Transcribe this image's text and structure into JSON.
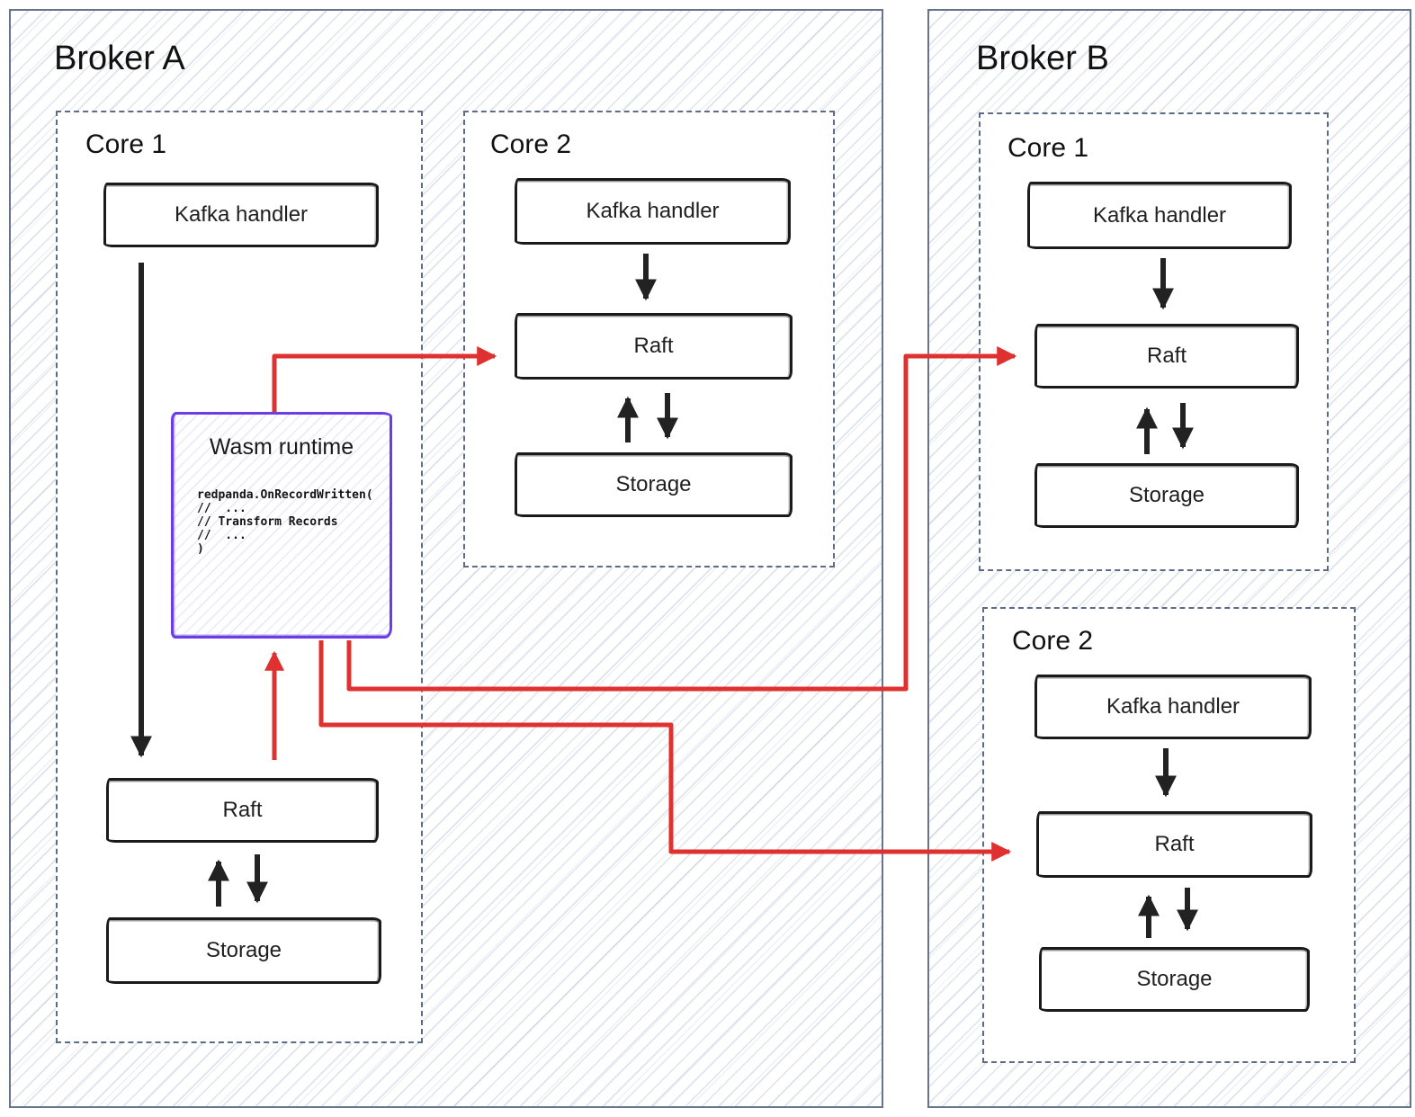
{
  "brokers": [
    {
      "title": "Broker A",
      "cores": [
        {
          "title": "Core 1",
          "nodes": [
            {
              "label": "Kafka handler"
            },
            {
              "label": "Raft"
            },
            {
              "label": "Storage"
            }
          ],
          "wasm": {
            "title": "Wasm runtime",
            "code_lines": [
              "redpanda.OnRecordWritten(",
              "//  ...",
              "// Transform Records",
              "//  ...",
              ")"
            ]
          }
        },
        {
          "title": "Core 2",
          "nodes": [
            {
              "label": "Kafka handler"
            },
            {
              "label": "Raft"
            },
            {
              "label": "Storage"
            }
          ]
        }
      ]
    },
    {
      "title": "Broker B",
      "cores": [
        {
          "title": "Core 1",
          "nodes": [
            {
              "label": "Kafka handler"
            },
            {
              "label": "Raft"
            },
            {
              "label": "Storage"
            }
          ]
        },
        {
          "title": "Core 2",
          "nodes": [
            {
              "label": "Kafka handler"
            },
            {
              "label": "Raft"
            },
            {
              "label": "Storage"
            }
          ]
        }
      ]
    }
  ],
  "colors": {
    "data_flow_red": "#e03131",
    "wasm_purple": "#6b3de6",
    "frame_border": "#66748e",
    "core_dash_border": "#5d6c86",
    "node_border": "#1a1a1a",
    "arrow_black": "#222222",
    "hatch_line": "#cfd6e2"
  }
}
